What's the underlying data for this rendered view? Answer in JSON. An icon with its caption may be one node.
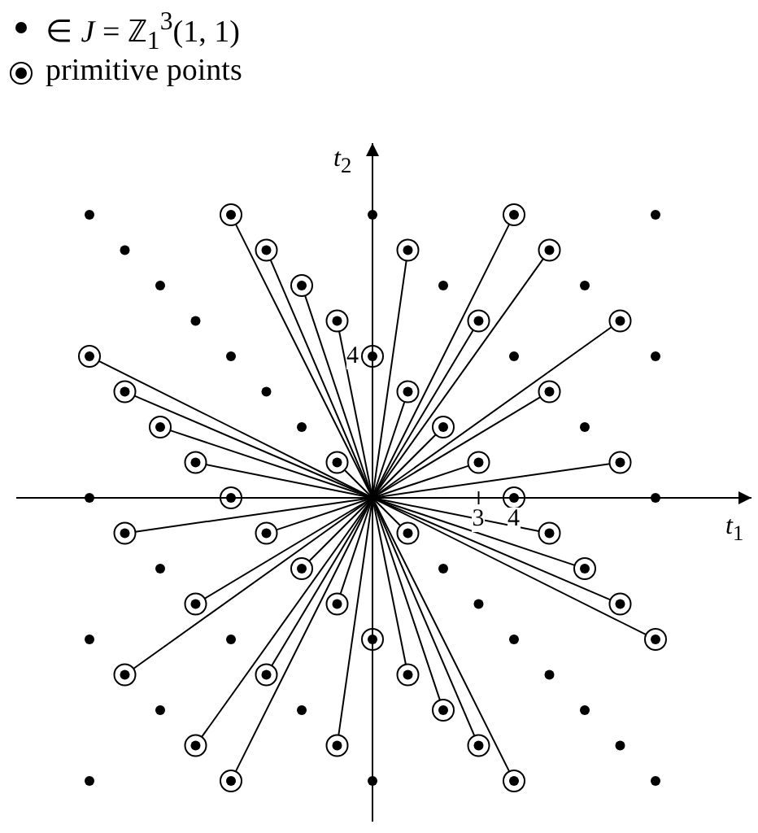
{
  "diagram": {
    "legend": [
      {
        "text": "∈ *J* = ℤ$_{1}$$^{3}$(1, 1)"
      },
      {
        "text": "primitive points"
      }
    ],
    "labels": [
      "*t*$_{2}$",
      "4",
      "3",
      "4",
      "*t*$_{1}$"
    ]
  }
}
